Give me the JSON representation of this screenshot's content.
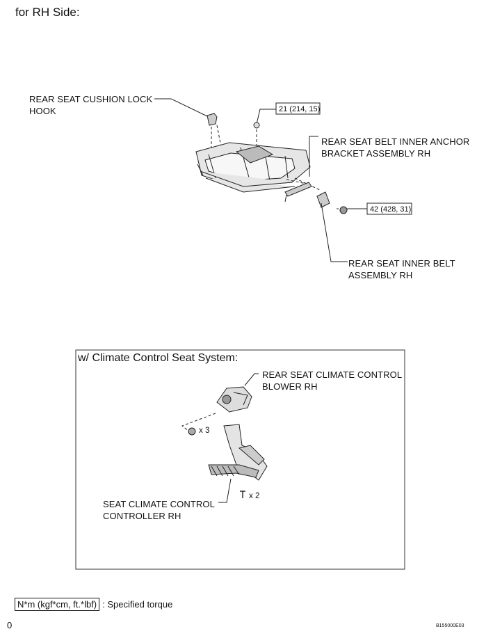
{
  "heading": "for RH Side:",
  "callouts": {
    "cushion_lock_hook": [
      "REAR SEAT CUSHION LOCK",
      "HOOK"
    ],
    "anchor_bracket": [
      "REAR SEAT BELT INNER ANCHOR",
      "BRACKET ASSEMBLY RH"
    ],
    "inner_belt": [
      "REAR SEAT INNER BELT",
      "ASSEMBLY RH"
    ],
    "blower": [
      "REAR SEAT CLIMATE CONTROL",
      "BLOWER RH"
    ],
    "controller": [
      "SEAT CLIMATE CONTROL",
      "CONTROLLER RH"
    ]
  },
  "torques": {
    "upper": "21 (214, 15)",
    "lower": "42 (428, 31)"
  },
  "sub_diagram": {
    "title": "w/ Climate Control Seat System:",
    "nut_qty": "x 3",
    "screw_qty": "x 2"
  },
  "legend": {
    "box": "N*m (kgf*cm, ft.*lbf)",
    "text": ": Specified torque"
  },
  "footer": {
    "page_number": "0",
    "figure_code": "B155000E03"
  }
}
